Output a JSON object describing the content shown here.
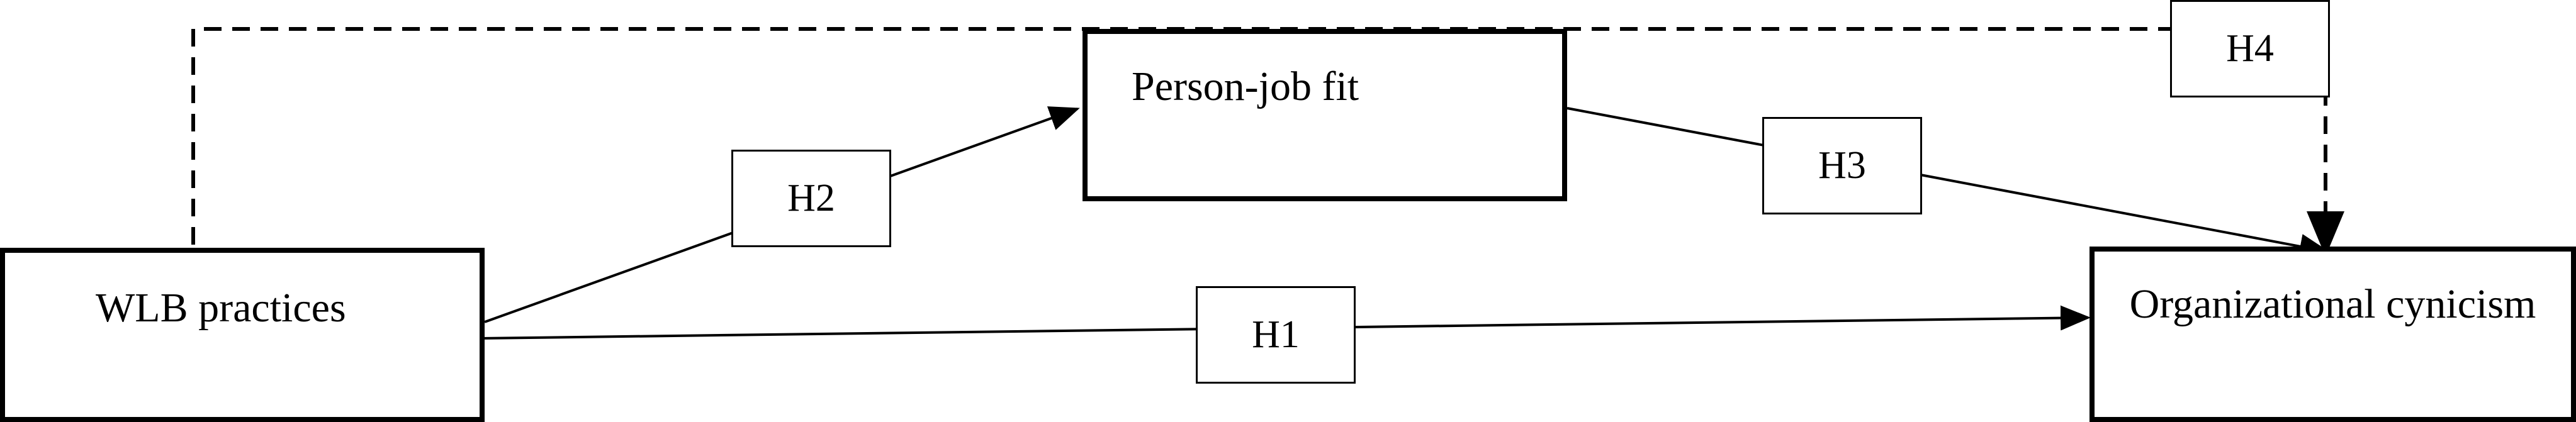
{
  "diagram": {
    "constructs": {
      "wlb": "WLB practices",
      "pjf": "Person-job fit",
      "oc": "Organizational cynicism"
    },
    "hypotheses": {
      "h1": "H1",
      "h2": "H2",
      "h3": "H3",
      "h4": "H4"
    },
    "colors": {
      "stroke": "#000000",
      "background": "#ffffff"
    }
  }
}
